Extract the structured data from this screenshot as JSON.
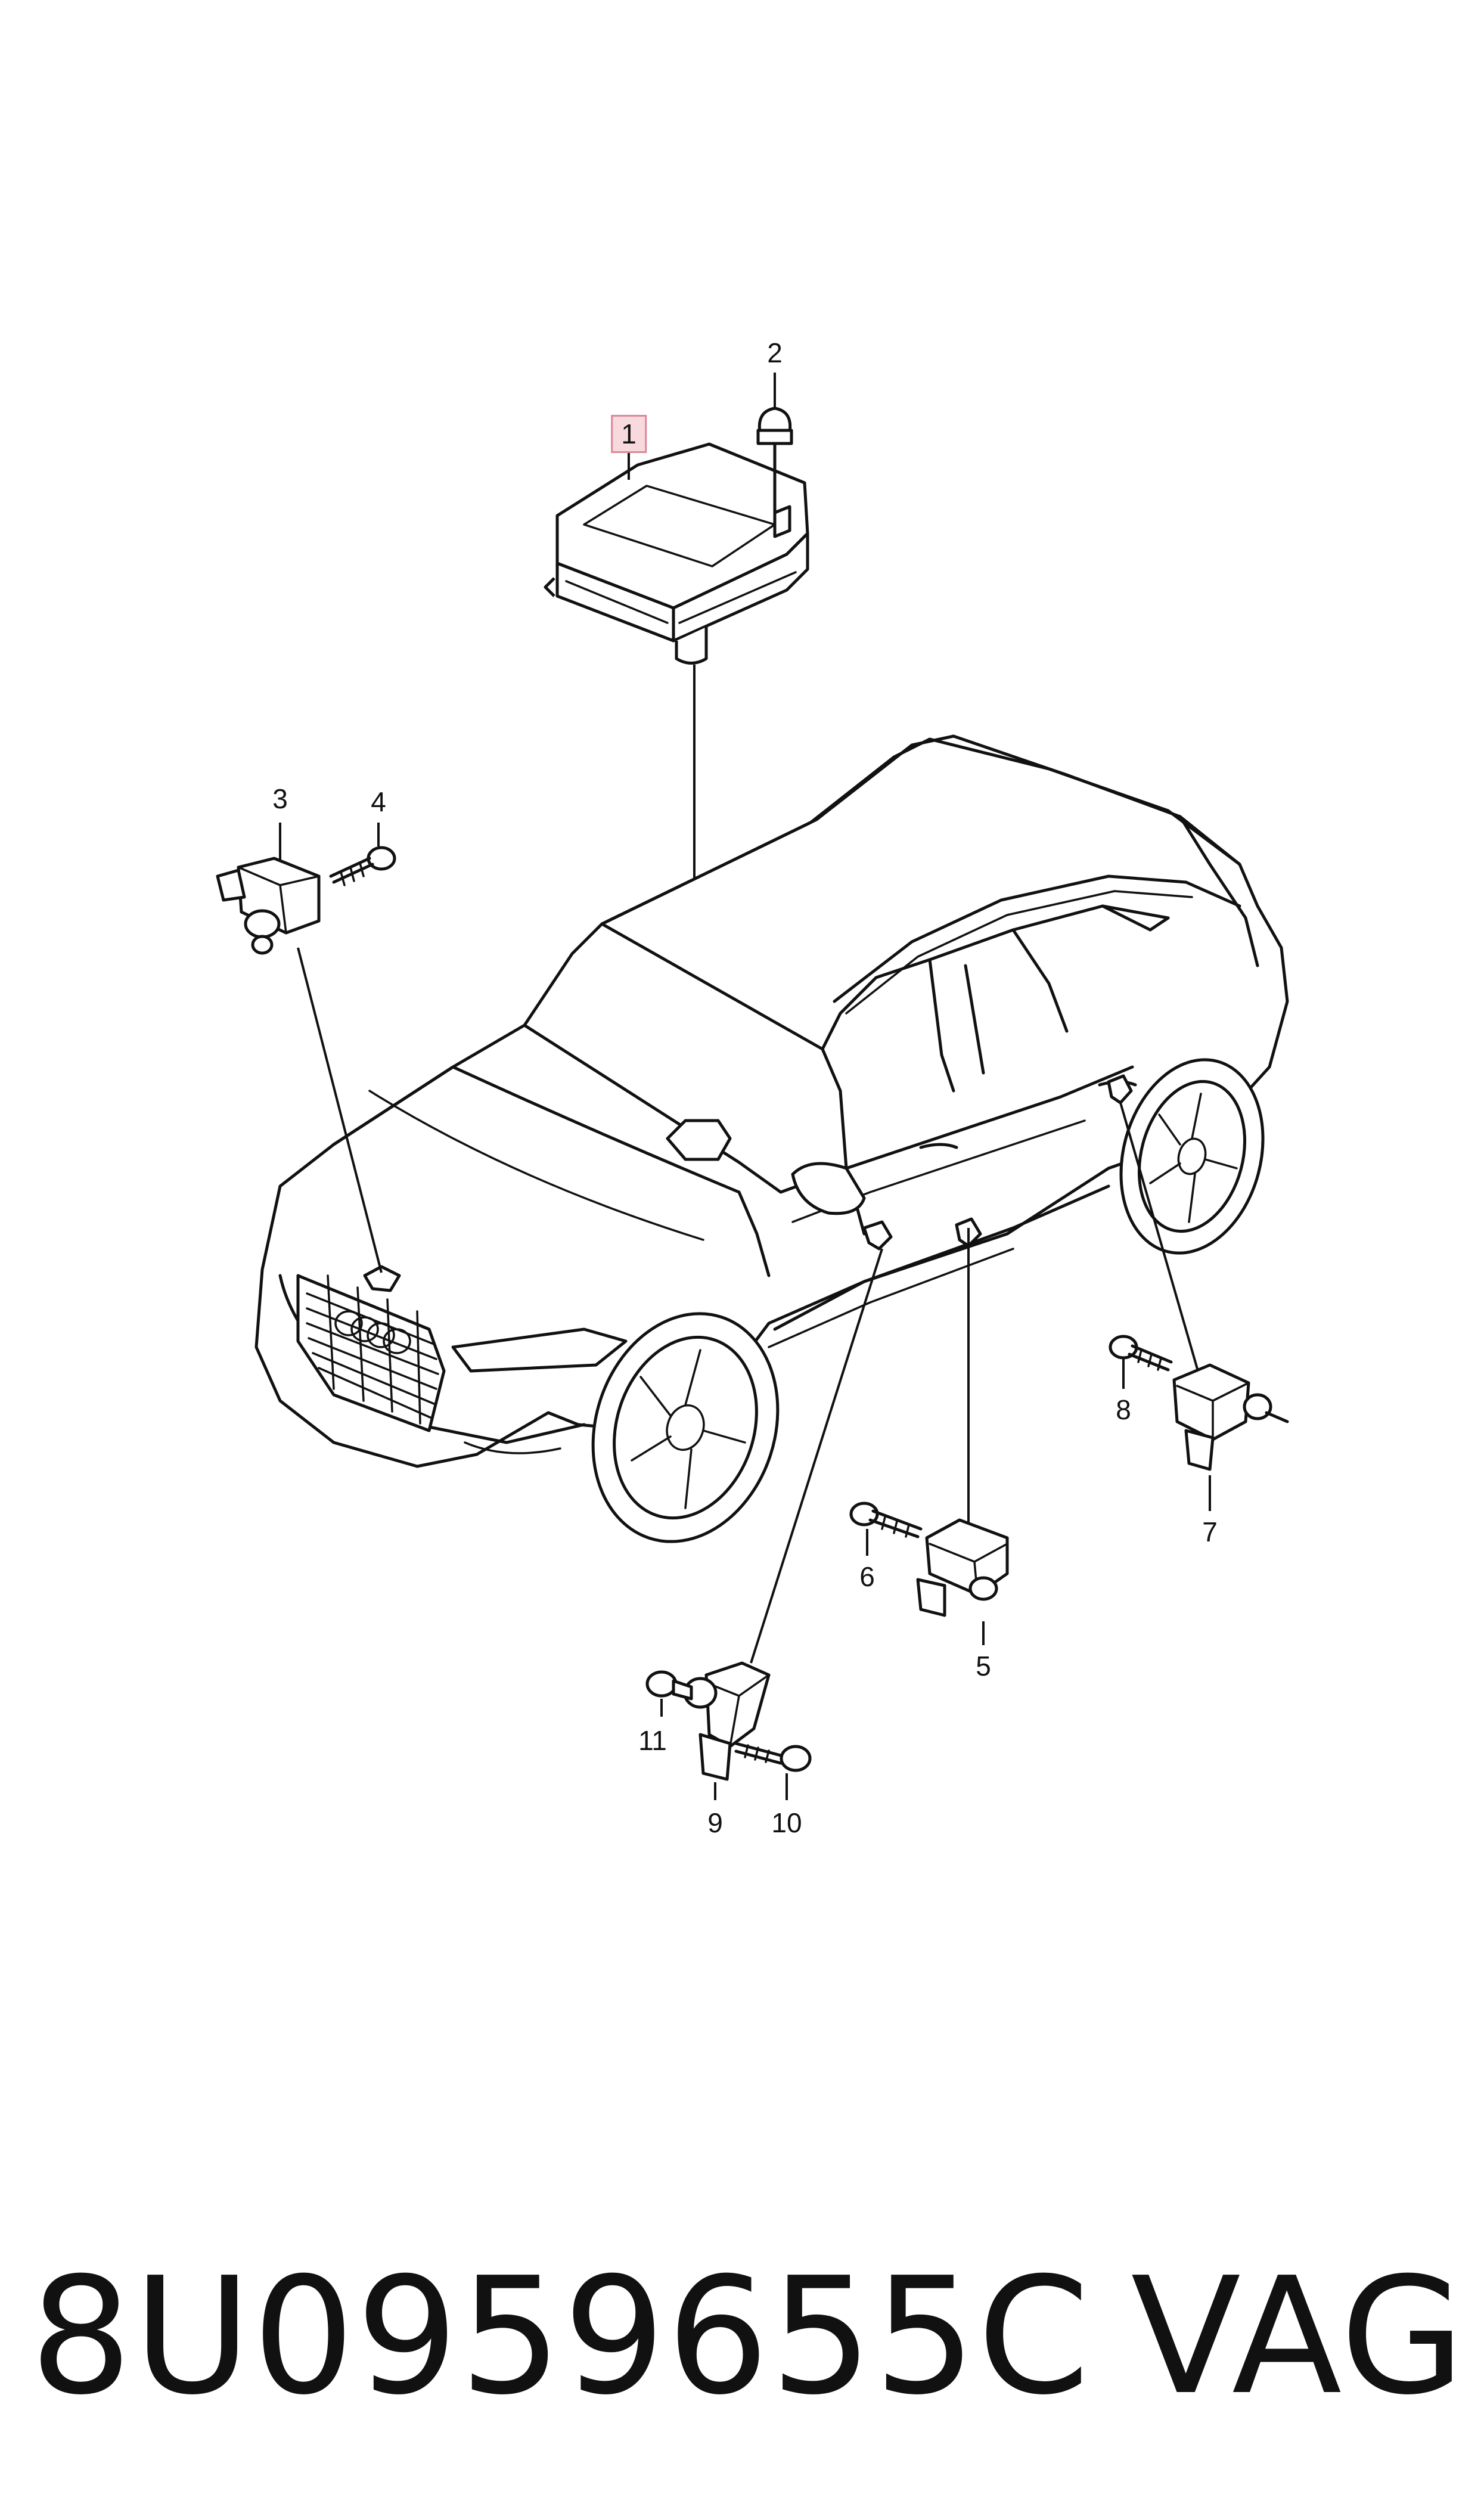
{
  "callouts": {
    "c1": "1",
    "c2": "2",
    "c3": "3",
    "c4": "4",
    "c5": "5",
    "c6": "6",
    "c7": "7",
    "c8": "8",
    "c9": "9",
    "c10": "10",
    "c11": "11"
  },
  "highlighted_callout": "1",
  "footer": {
    "part_number": "8U0959655C",
    "brand": "VAG"
  },
  "colors": {
    "line": "#111111",
    "highlight_fill": "#f7d9de",
    "highlight_border": "#d98a96"
  }
}
